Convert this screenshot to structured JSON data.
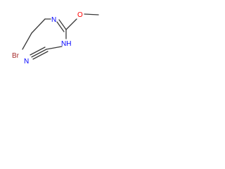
{
  "structure": {
    "atoms": [
      {
        "id": "Br",
        "label": "Br",
        "color": "#a52a2a"
      },
      {
        "id": "N1",
        "label": "N",
        "color": "#0000ff"
      },
      {
        "id": "O",
        "label": "O",
        "color": "#ff0000"
      },
      {
        "id": "N2",
        "label": "NH",
        "color": "#0000ff"
      },
      {
        "id": "N3",
        "label": "N",
        "color": "#0000ff"
      }
    ],
    "bond_color": "#3a3a3a"
  }
}
